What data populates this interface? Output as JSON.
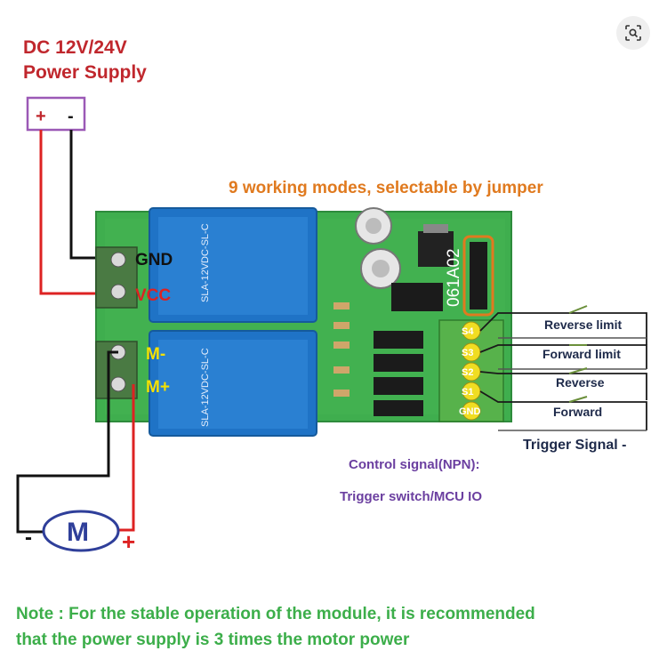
{
  "power": {
    "line1": "DC 12V/24V",
    "line2": "Power Supply",
    "plus": "+",
    "minus": "-"
  },
  "modes_note": "9 working modes, selectable by jumper",
  "pins": {
    "gnd": "GND",
    "vcc": "VCC",
    "m_minus": "M-",
    "m_plus": "M+"
  },
  "board": {
    "model": "061A02",
    "relay_text": "SLA-12VDC-SL-C",
    "input_pins": [
      "S4",
      "S3",
      "S2",
      "S1",
      "GND"
    ]
  },
  "signals": {
    "reverse_limit": "Reverse limit",
    "forward_limit": "Forward limit",
    "reverse": "Reverse",
    "forward": "Forward",
    "trigger": "Trigger Signal -"
  },
  "control": {
    "line1": "Control signal(NPN):",
    "line2": "Trigger switch/MCU IO"
  },
  "motor": {
    "label": "M",
    "minus": "-",
    "plus": "+"
  },
  "note": {
    "line1": "Note : For the stable operation of the module, it is recommended",
    "line2": "that the power supply is 3 times the motor power"
  },
  "colors": {
    "red": "#c0272d",
    "orange": "#e07a1f",
    "purple": "#6b3fa0",
    "green": "#3cae4a",
    "board": "#3fae4e",
    "relay": "#1f73c6",
    "motor": "#2f3f9a"
  }
}
